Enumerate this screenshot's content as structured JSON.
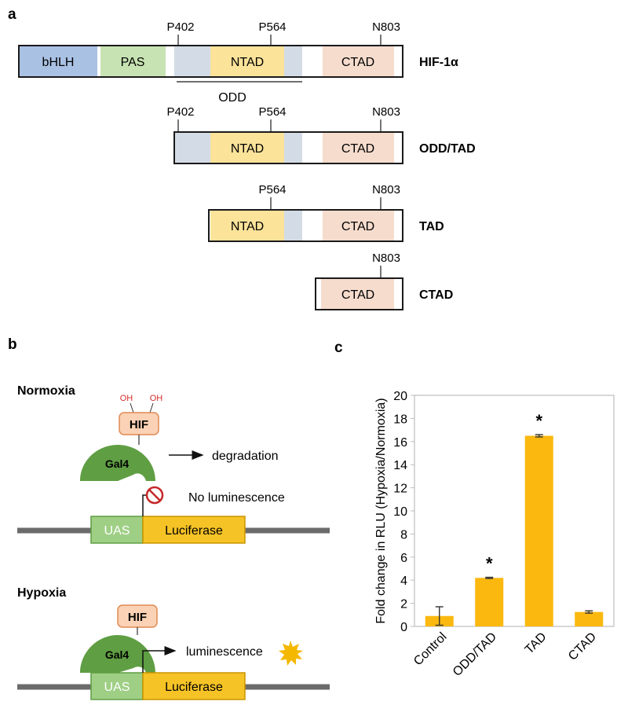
{
  "panel_labels": {
    "a": "a",
    "b": "b",
    "c": "c"
  },
  "panel_a": {
    "residues": {
      "p402": "P402",
      "p564": "P564",
      "n803": "N803"
    },
    "domains": {
      "bhlh": "bHLH",
      "pas": "PAS",
      "ntad": "NTAD",
      "ctad": "CTAD"
    },
    "odd_label": "ODD",
    "constructs": {
      "hif": "HIF-1α",
      "odd_tad": "ODD/TAD",
      "tad": "TAD",
      "ctad": "CTAD"
    },
    "colors": {
      "bhlh": "#a9c1e3",
      "pas": "#c7e3b3",
      "odd": "#d3dbe6",
      "ntad": "#fbe39a",
      "ctad": "#f6dccd"
    }
  },
  "panel_b": {
    "normoxia_title": "Normoxia",
    "hypoxia_title": "Hypoxia",
    "oh1": "OH",
    "oh2": "OH",
    "hif": "HIF",
    "gal4": "Gal4",
    "uas": "UAS",
    "luciferase": "Luciferase",
    "degradation": "degradation",
    "no_luminescence": "No luminescence",
    "luminescence": "luminescence",
    "colors": {
      "gal4": "#5f9e43",
      "hif_fill": "#fbd2b5",
      "hif_stroke": "#e08a55",
      "uas": "#9fcf85",
      "luciferase": "#f6c326",
      "dna": "#6b6b6b",
      "oh": "#d92b2b",
      "prohibit": "#c62828",
      "sun": "#f5b800"
    }
  },
  "chart_data": {
    "type": "bar",
    "ylabel": "Fold change in RLU (Hypoxia/Normoxia)",
    "categories": [
      "Control",
      "ODD/TAD",
      "TAD",
      "CTAD"
    ],
    "values": [
      0.9,
      4.2,
      16.5,
      1.25
    ],
    "errors": [
      0.8,
      0.05,
      0.1,
      0.1
    ],
    "significance": [
      "",
      "*",
      "*",
      ""
    ],
    "ylim": [
      0,
      20
    ],
    "yticks": [
      "0",
      "2",
      "4",
      "6",
      "8",
      "10",
      "12",
      "14",
      "16",
      "18",
      "20"
    ],
    "bar_color": "#fbb80f",
    "grid": false
  }
}
